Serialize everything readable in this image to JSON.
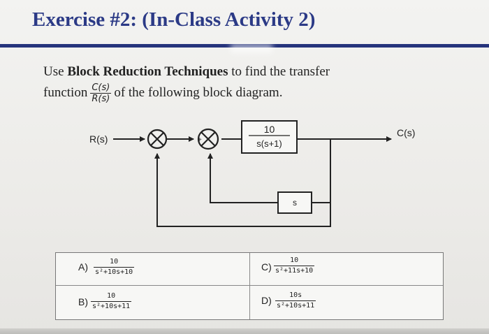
{
  "title": "Exercise #2: (In-Class Activity 2)",
  "instruction": {
    "line1_prefix": "Use ",
    "line1_bold": "Block Reduction Techniques",
    "line1_suffix": " to find the transfer",
    "line2_prefix": "function",
    "frac_num": "C(s)",
    "frac_den": "R(s)",
    "line2_suffix": "of the following block diagram."
  },
  "diagram": {
    "input_label": "R(s)",
    "output_label": "C(s)",
    "forward_block": {
      "num": "10",
      "den": "s(s+1)"
    },
    "feedback_block": "s",
    "sum2_sign": "+"
  },
  "options": [
    {
      "letter": "A)",
      "num": "10",
      "den": "s²+10s+10"
    },
    {
      "letter": "C)",
      "num": "10",
      "den": "s²+11s+10"
    },
    {
      "letter": "B)",
      "num": "10",
      "den": "s²+10s+11"
    },
    {
      "letter": "D)",
      "num": "10s",
      "den": "s²+10s+11"
    }
  ],
  "colors": {
    "title": "#2b3a86",
    "rule": "#26347c"
  }
}
